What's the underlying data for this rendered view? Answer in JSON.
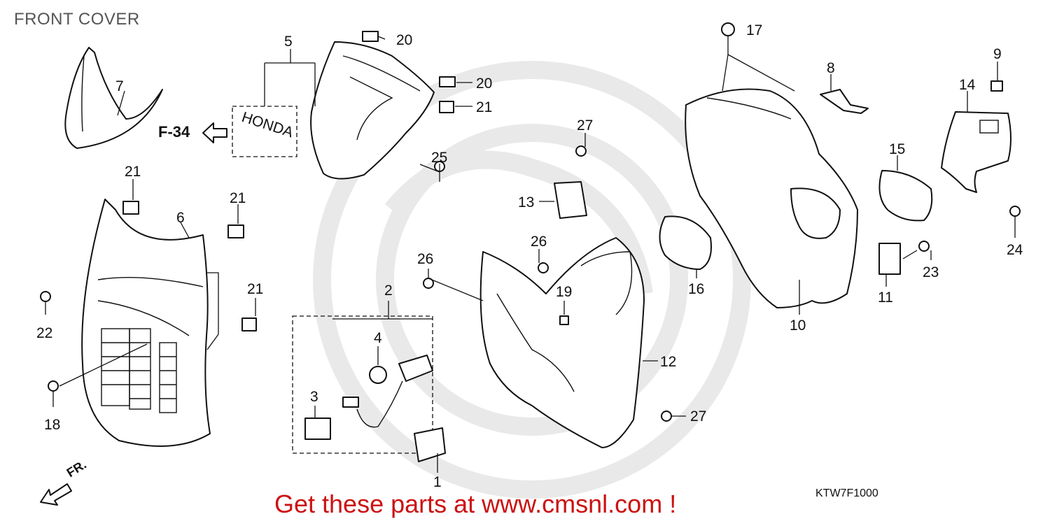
{
  "page_title": "FRONT COVER",
  "reference_label": "F-34",
  "brand_decal_text": "HONDA",
  "diagram_code": "KTW7F1000",
  "direction_label": "FR.",
  "call_to_action": "Get these parts at www.cmsnl.com !",
  "colors": {
    "cta": "#cc1111",
    "title": "#555555",
    "watermark": "#e9e9e9"
  },
  "callouts": {
    "c1": "1",
    "c2": "2",
    "c3": "3",
    "c4": "4",
    "c5": "5",
    "c6": "6",
    "c7": "7",
    "c8": "8",
    "c9": "9",
    "c10": "10",
    "c11": "11",
    "c12": "12",
    "c13": "13",
    "c14": "14",
    "c15": "15",
    "c16": "16",
    "c17": "17",
    "c18": "18",
    "c19": "19",
    "c20a": "20",
    "c20b": "20",
    "c21a": "21",
    "c21b": "21",
    "c21c": "21",
    "c21d": "21",
    "c22": "22",
    "c23": "23",
    "c24": "24",
    "c25": "25",
    "c26a": "26",
    "c26b": "26",
    "c27a": "27",
    "c27b": "27"
  }
}
